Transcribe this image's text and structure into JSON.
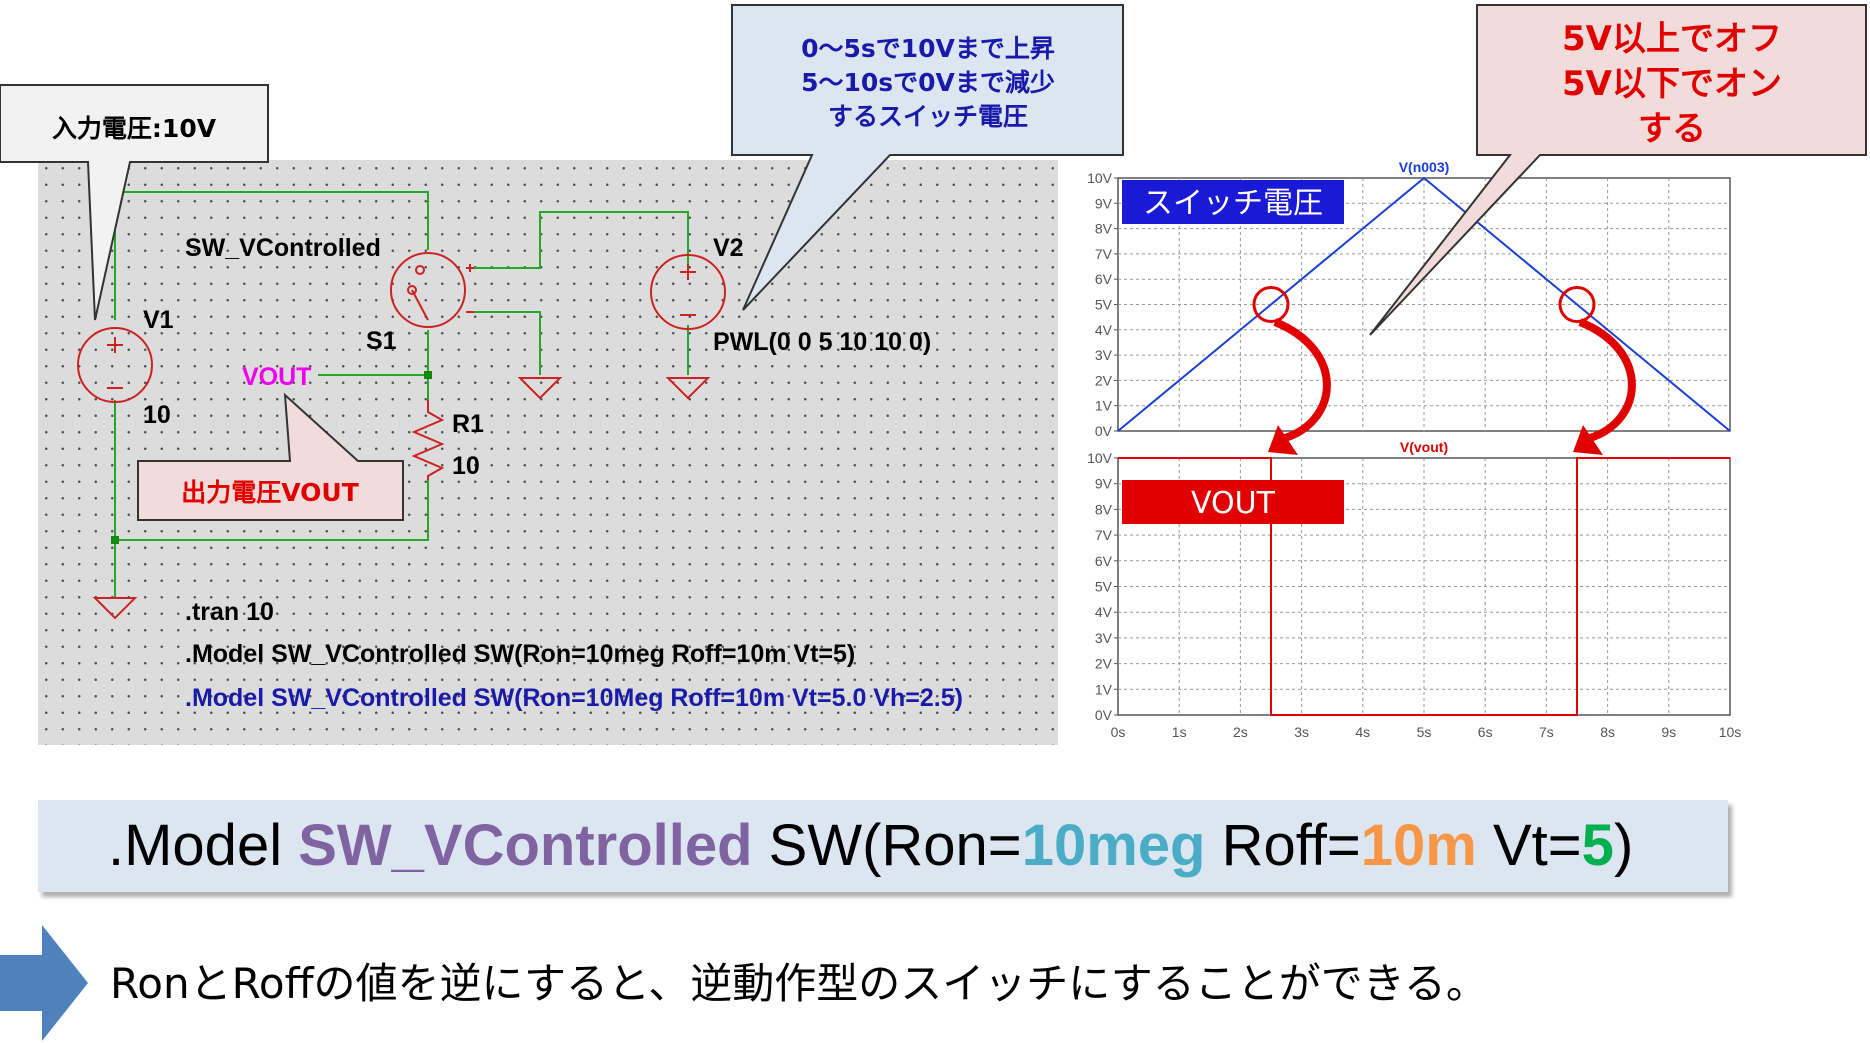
{
  "callouts": {
    "input_voltage": "入力電圧:10V",
    "switch_voltage": [
      "0～5sで10Vまで上昇",
      "5～10sで0Vまで減少",
      "するスイッチ電圧"
    ],
    "switch_condition": [
      "5V以上でオフ",
      "5V以下でオン",
      "する"
    ],
    "output_voltage": "出力電圧VOUT"
  },
  "schematic": {
    "switch_model_name": "SW_VControlled",
    "switch_ref": "S1",
    "source1_ref": "V1",
    "source1_value": "10",
    "source2_ref": "V2",
    "source2_value": "PWL(0 0 5 10 10 0)",
    "net_label": "VOUT",
    "resistor_ref": "R1",
    "resistor_value": "10",
    "directives": [
      ".tran 10",
      ".Model SW_VControlled SW(Ron=10meg Roff=10m Vt=5)",
      ".Model SW_VControlled SW(Ron=10Meg Roff=10m Vt=5.0 Vh=2.5)"
    ]
  },
  "chart_data": [
    {
      "type": "line",
      "title": "V(n003)",
      "legend_label": "スイッチ電圧",
      "x": [
        0,
        5,
        10
      ],
      "y": [
        0,
        10,
        0
      ],
      "xlim": [
        0,
        10
      ],
      "ylim": [
        0,
        10
      ],
      "y_ticks": [
        "0V",
        "1V",
        "2V",
        "3V",
        "4V",
        "5V",
        "6V",
        "7V",
        "8V",
        "9V",
        "10V"
      ],
      "grid": true,
      "color": "#1a3fd6",
      "legend_color": "#1a1ad6"
    },
    {
      "type": "line",
      "title": "V(vout)",
      "legend_label": "VOUT",
      "x": [
        0,
        2.5,
        2.5,
        7.5,
        7.5,
        10
      ],
      "y": [
        10,
        10,
        0,
        0,
        10,
        10
      ],
      "xlim": [
        0,
        10
      ],
      "ylim": [
        0,
        10
      ],
      "x_ticks": [
        "0s",
        "1s",
        "2s",
        "3s",
        "4s",
        "5s",
        "6s",
        "7s",
        "8s",
        "9s",
        "10s"
      ],
      "y_ticks": [
        "0V",
        "1V",
        "2V",
        "3V",
        "4V",
        "5V",
        "6V",
        "7V",
        "8V",
        "9V",
        "10V"
      ],
      "grid": true,
      "color": "#e00000",
      "legend_color": "#e00000"
    }
  ],
  "banner": {
    "prefix": ".Model ",
    "name": "SW_VControlled",
    "mid1": " SW(Ron=",
    "ron": "10meg",
    "mid2": " Roff=",
    "roff": "10m",
    "mid3": " Vt=",
    "vt": "5",
    "suffix": ")",
    "colors": {
      "name": "#8064a2",
      "ron": "#4bacc6",
      "roff": "#f79646",
      "vt": "#00b050"
    }
  },
  "conclusion": "RonとRoffの値を逆にすると、逆動作型のスイッチにすることができる。",
  "arrow_icon": "right-arrow-icon"
}
